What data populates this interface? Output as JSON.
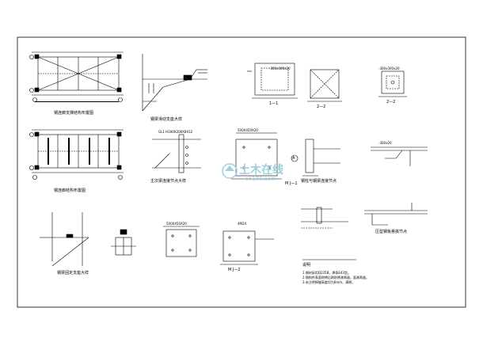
{
  "captions": {
    "roof_support_plan": "钢连廊支撑结构布置图",
    "roof_beam_plan": "钢连廊结构布置图",
    "sliding_bearing": "钢梁滑动支座大样",
    "section_1_1": "1—1",
    "section_2_2a": "2—2",
    "section_2_2b": "2—2",
    "main_secondary_joint": "主次梁连接节点大样",
    "embed_ml1": "M J—1",
    "steel_column_base": "钢柱与钢梁连接节点",
    "pressure_plate": "压型钢板悬挑节点",
    "beam_fixed_bearing": "钢梁固定支座大样",
    "embed_ml2": "M J—2",
    "circle_a": "A",
    "notes_title": "说明"
  },
  "labels": {
    "gl1": "GL1 H300X200X8X12",
    "pl_a": "-300x300x20",
    "pl_b": "-300x300x20",
    "dim_a": "500X450X20",
    "dim_b": "500X450X20",
    "bolt": "4M24",
    "plate_c": "-300x20"
  },
  "notes": [
    "1.钢材采用Q235B，焊条E43型。",
    "2.钢构件表面除锈后刷防锈漆两道，面漆两道。",
    "3.未注明焊缝高度均为6mm，满焊。"
  ],
  "watermark": {
    "main": "土木在线",
    "sub": "co188.com"
  }
}
